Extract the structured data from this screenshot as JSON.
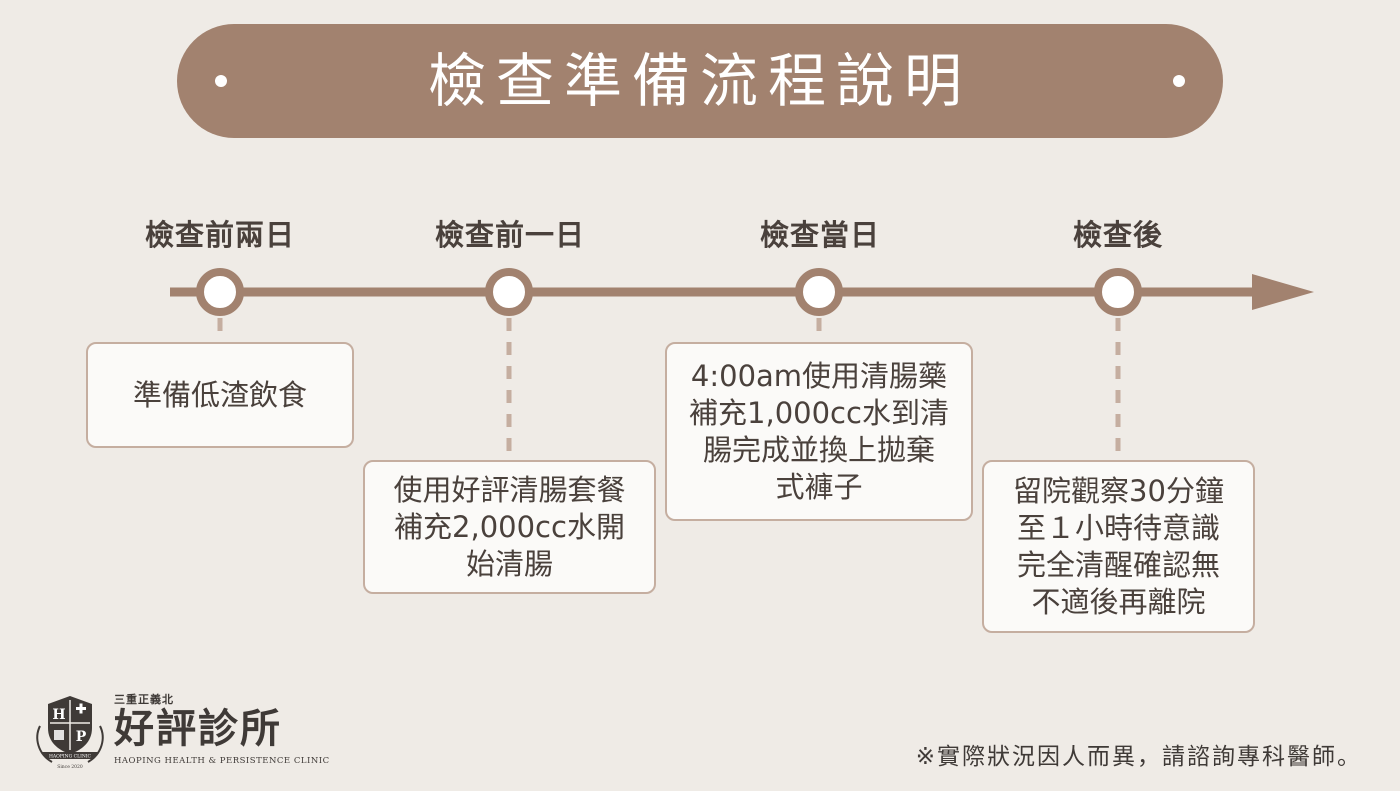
{
  "title": "檢查準備流程說明",
  "stages": [
    {
      "label": "檢查前兩日",
      "card_lines": [
        "準備低渣飲食"
      ]
    },
    {
      "label": "檢查前一日",
      "card_lines": [
        "使用好評清腸套餐",
        "補充2,000cc水開",
        "始清腸"
      ]
    },
    {
      "label": "檢查當日",
      "card_lines": [
        "4:00am使用清腸藥",
        "補充1,000cc水到清",
        "腸完成並換上拋棄",
        "式褲子"
      ]
    },
    {
      "label": "檢查後",
      "card_lines": [
        "留院觀察30分鐘",
        "至１小時待意識",
        "完全清醒確認無",
        "不適後再離院"
      ]
    }
  ],
  "logo": {
    "crest_letters": [
      "H",
      "P"
    ],
    "crest_ribbon": "HAOPING CLINIC",
    "crest_since": "Since 2020",
    "region": "三重正義北",
    "name": "好評診所",
    "english": "HAOPING HEALTH & PERSISTENCE CLINIC"
  },
  "footnote": "※實際狀況因人而異，請諮詢專科醫師。",
  "colors": {
    "accent": "#a2826f",
    "background": "#efebe6",
    "card_border": "#c5aea0",
    "text": "#4a413c"
  }
}
